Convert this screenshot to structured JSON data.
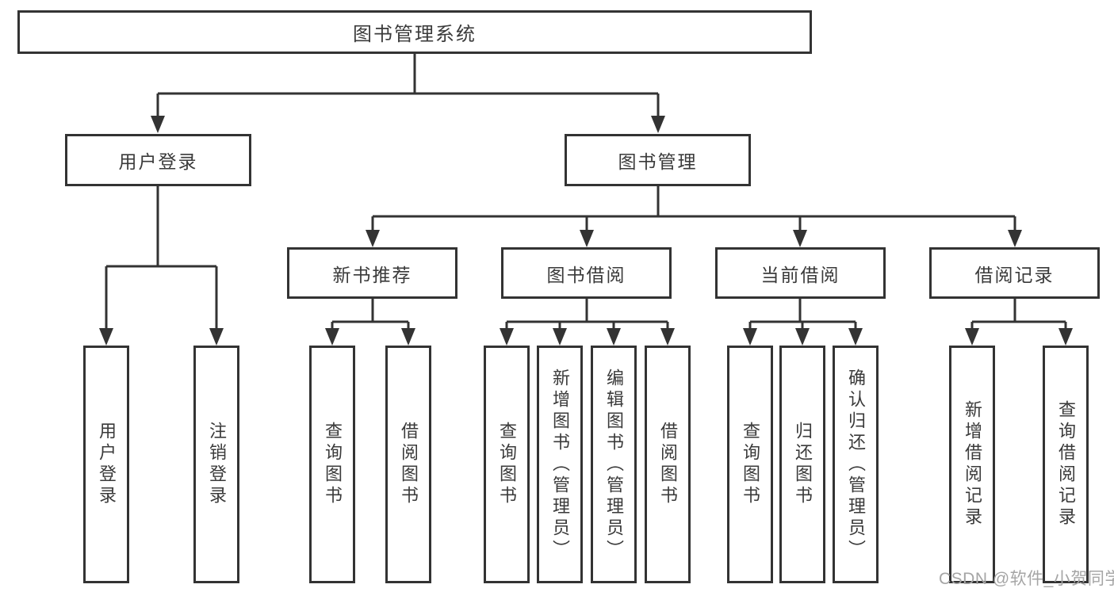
{
  "tree": {
    "title": "图书管理系统",
    "branches": [
      {
        "label": "用户登录",
        "children": [
          {
            "label": "用户登录"
          },
          {
            "label": "注销登录"
          }
        ]
      },
      {
        "label": "图书管理",
        "children": [
          {
            "label": "新书推荐",
            "children": [
              {
                "label": "查询图书"
              },
              {
                "label": "借阅图书"
              }
            ]
          },
          {
            "label": "图书借阅",
            "children": [
              {
                "label": "查询图书"
              },
              {
                "label": "新增图书（管理员）"
              },
              {
                "label": "编辑图书（管理员）"
              },
              {
                "label": "借阅图书"
              }
            ]
          },
          {
            "label": "当前借阅",
            "children": [
              {
                "label": "查询图书"
              },
              {
                "label": "归还图书"
              },
              {
                "label": "确认归还（管理员）"
              }
            ]
          },
          {
            "label": "借阅记录",
            "children": [
              {
                "label": "新增借阅记录"
              },
              {
                "label": "查询借阅记录"
              }
            ]
          }
        ]
      }
    ]
  },
  "watermark": {
    "text": "CSDN @软件_小贺同学"
  },
  "colors": {
    "line_color": "#333333",
    "box_fill": "#ffffff",
    "text_color": "#3a3a3a",
    "watermark_color": "#a5a5a5",
    "canvas_bg": "#ffffff"
  }
}
